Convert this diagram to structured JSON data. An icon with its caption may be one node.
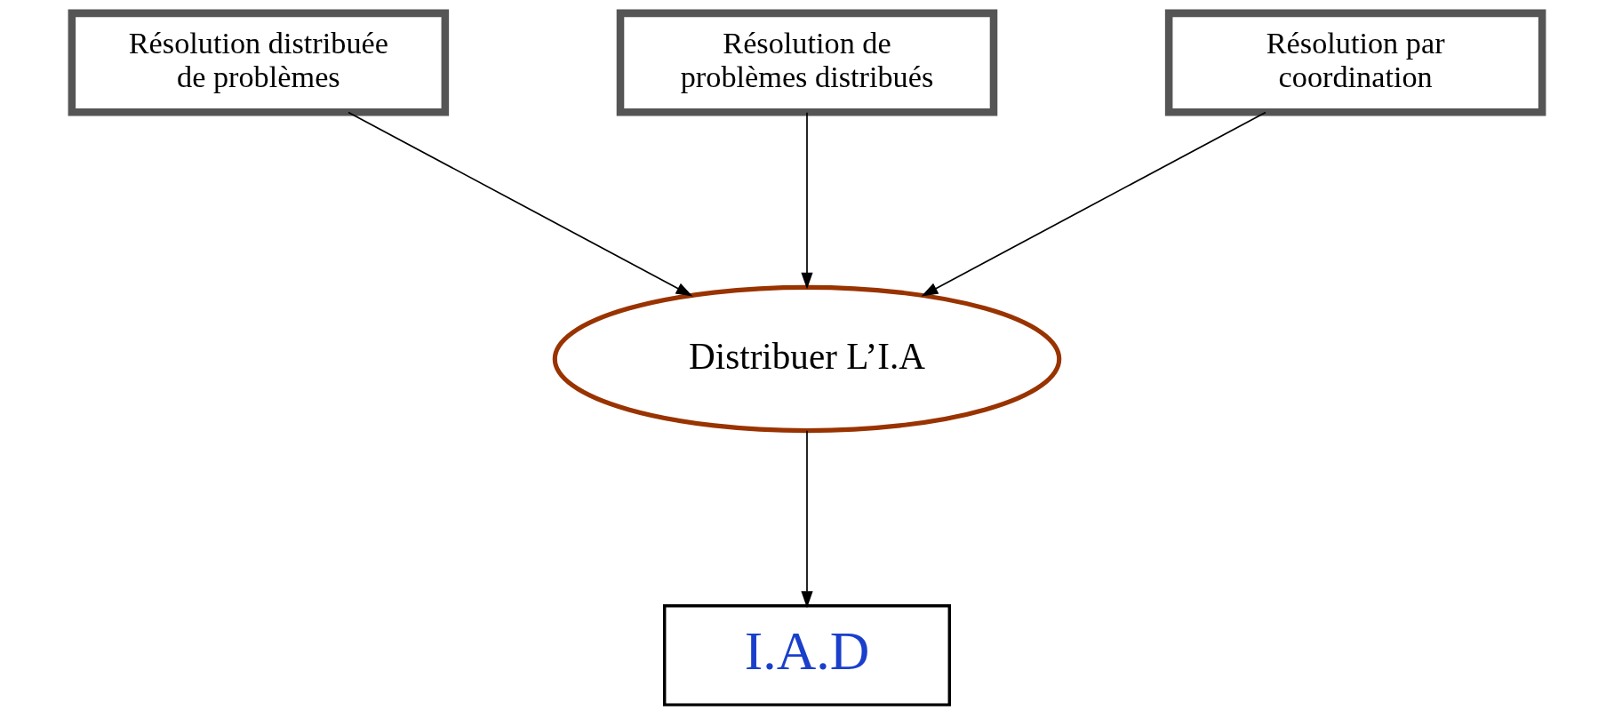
{
  "diagram": {
    "nodes": [
      {
        "text": [
          "Résolution distribuée de problèmes"
        ]
      },
      {
        "text": [
          "Résolution de problèmes distribués"
        ]
      },
      {
        "text": [
          "Résolution par coordination"
        ]
      },
      {
        "text": [
          "Distribuer L’I.A"
        ]
      },
      {
        "text": [
          "I.A.D"
        ]
      }
    ],
    "edges": [
      {
        "from": 0,
        "to": 3,
        "arrow": "to"
      },
      {
        "from": 1,
        "to": 3,
        "arrow": "to"
      },
      {
        "from": 2,
        "to": 3,
        "arrow": "to"
      },
      {
        "from": 3,
        "to": 4,
        "arrow": "to"
      }
    ]
  }
}
